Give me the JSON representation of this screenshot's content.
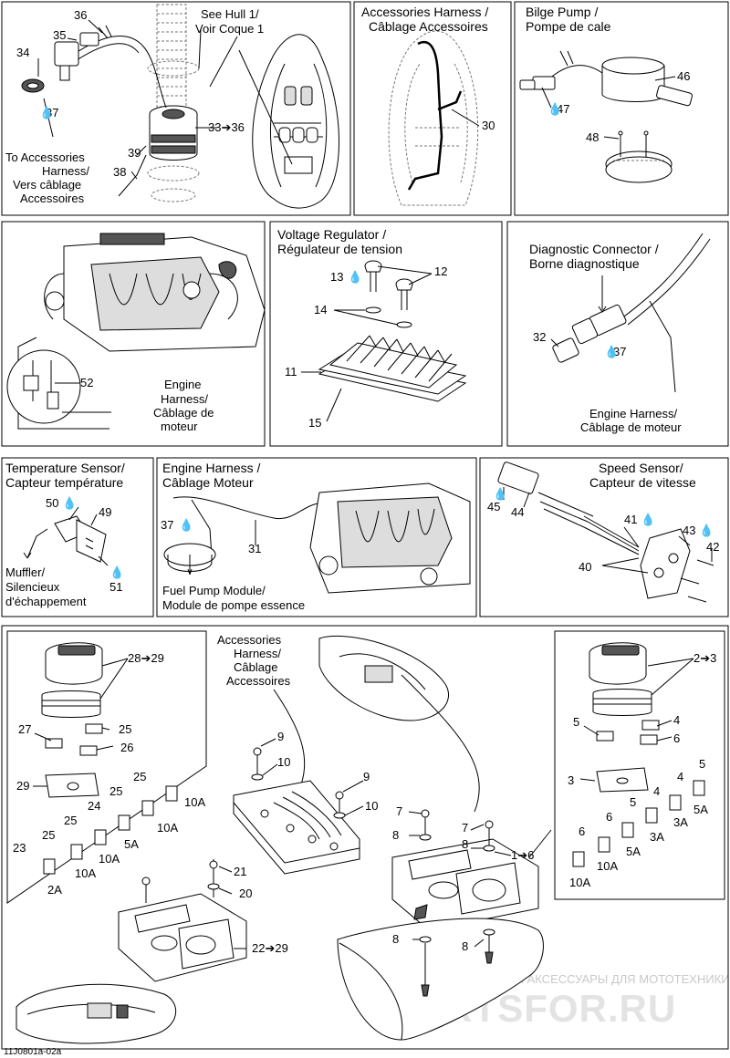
{
  "diagram_code": "11J0801a-02a",
  "watermark": {
    "line1": "ЗАПЧАСТИ И АКСЕССУАРЫ ДЛЯ МОТОТЕХНИКИ",
    "line2": "PARTSFOR.RU"
  },
  "hull": {
    "see_hull": [
      "See Hull 1/",
      "Voir Coque 1"
    ],
    "to_accessories": [
      "To Accessories",
      "Harness/",
      "Vers câblage",
      "Accessoires"
    ],
    "callouts": [
      "36",
      "35",
      "34",
      "37",
      "33➔36",
      "39",
      "38"
    ]
  },
  "accessories_harness": {
    "title": [
      "Accessories Harness /",
      "Câblage Accessoires"
    ],
    "callout": "30"
  },
  "bilge_pump": {
    "title": [
      "Bilge Pump /",
      "Pompe de cale"
    ],
    "callouts": [
      "46",
      "47",
      "48"
    ]
  },
  "engine_top": {
    "label": [
      "Engine",
      "Harness/",
      "Câblage de",
      "moteur"
    ],
    "callout": "52"
  },
  "voltage_regulator": {
    "title": [
      "Voltage Regulator /",
      "Régulateur de tension"
    ],
    "callouts": [
      "13",
      "12",
      "14",
      "11",
      "15"
    ]
  },
  "diagnostic": {
    "title": [
      "Diagnostic Connector /",
      "Borne diagnostique"
    ],
    "label": [
      "Engine Harness/",
      "Câblage de moteur"
    ],
    "callouts": [
      "32",
      "37"
    ]
  },
  "temp_sensor": {
    "title": [
      "Temperature Sensor/",
      "Capteur température"
    ],
    "label": [
      "Muffler/",
      "Silencieux",
      "d'échappement"
    ],
    "callouts": [
      "50",
      "49",
      "51"
    ]
  },
  "engine_harness": {
    "title": [
      "Engine Harness /",
      "Câblage Moteur"
    ],
    "fuel_label": [
      "Fuel Pump Module/",
      "Module de pompe essence"
    ],
    "callouts": [
      "37",
      "31"
    ]
  },
  "speed_sensor": {
    "title": [
      "Speed Sensor/",
      "Capteur de vitesse"
    ],
    "callouts": [
      "45",
      "44",
      "41",
      "43",
      "42",
      "40"
    ]
  },
  "fuse_section": {
    "acc_label": [
      "Accessories",
      "Harness/",
      "Câblage",
      "Accessoires"
    ],
    "left_callouts": [
      "28➔29",
      "27",
      "25",
      "26",
      "29",
      "25",
      "25",
      "24",
      "25",
      "23"
    ],
    "left_amps": [
      "10A",
      "10A",
      "5A",
      "10A",
      "10A",
      "2A"
    ],
    "center_callouts": [
      "9",
      "10",
      "9",
      "10",
      "21",
      "20",
      "22➔29",
      "7",
      "7",
      "8",
      "8",
      "1➔6",
      "8",
      "8"
    ],
    "right_callouts": [
      "2➔3",
      "5",
      "4",
      "6",
      "3",
      "5",
      "4",
      "5",
      "6",
      "6",
      "3A",
      "3A",
      "5A",
      "5A",
      "10A",
      "10A"
    ]
  }
}
